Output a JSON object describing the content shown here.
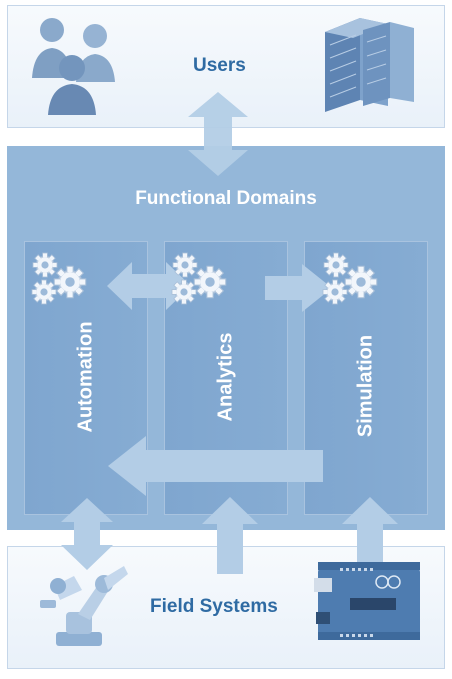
{
  "diagram": {
    "top_panel": {
      "title": "Users",
      "icons": [
        "users-group-icon",
        "server-rack-icon"
      ]
    },
    "middle_panel": {
      "title": "Functional Domains",
      "domains": [
        {
          "label": "Automation",
          "icon": "gears-icon"
        },
        {
          "label": "Analytics",
          "icon": "gears-icon"
        },
        {
          "label": "Simulation",
          "icon": "gears-icon"
        }
      ]
    },
    "bottom_panel": {
      "title": "Field Systems",
      "icons": [
        "robot-arm-icon",
        "microcontroller-board-icon"
      ]
    }
  },
  "colors": {
    "panel_fill": "#94b7d9",
    "column_fill": "#7fa6cf",
    "arrow_fill": "#b3cde6",
    "title_blue": "#2f6ba3",
    "light_panel_bg": "#eef4fa"
  }
}
